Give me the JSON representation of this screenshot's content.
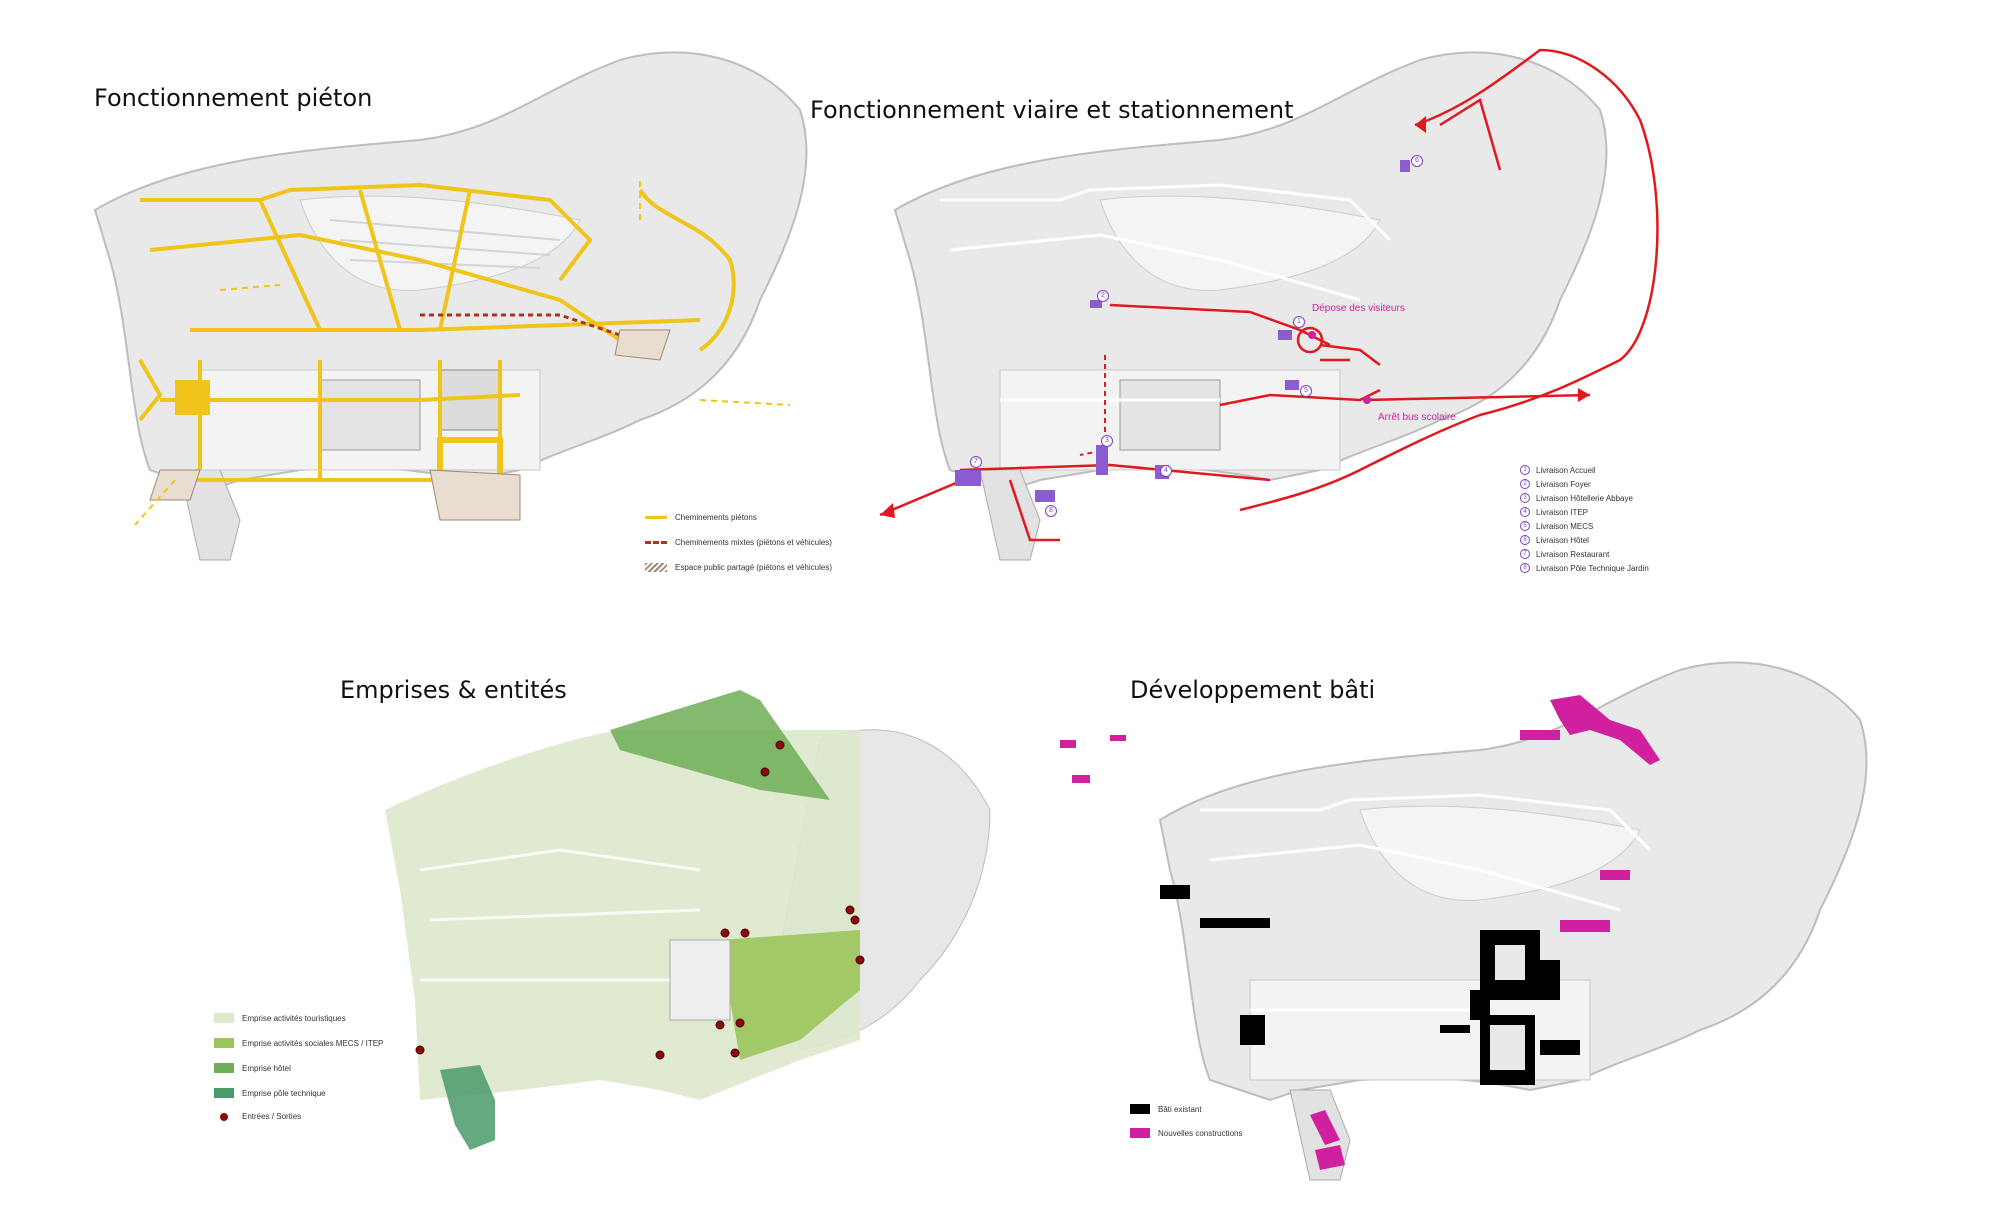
{
  "panels": {
    "pieton": {
      "title": "Fonctionnement piéton",
      "legend": [
        {
          "label": "Cheminements piétons"
        },
        {
          "label": "Cheminements mixtes (piétons et véhicules)"
        },
        {
          "label": "Espace public partagé (piétons et véhicules)"
        }
      ]
    },
    "viaire": {
      "title": "Fonctionnement viaire et stationnement",
      "labels": {
        "depose": "Dépose des visiteurs",
        "arret": "Arrêt bus scolaire"
      },
      "legend": [
        {
          "num": "1",
          "label": "Livraison Accueil"
        },
        {
          "num": "2",
          "label": "Livraison Foyer"
        },
        {
          "num": "3",
          "label": "Livraison Hôtellerie Abbaye"
        },
        {
          "num": "4",
          "label": "Livraison ITEP"
        },
        {
          "num": "5",
          "label": "Livraison MECS"
        },
        {
          "num": "6",
          "label": "Livraison Hôtel"
        },
        {
          "num": "7",
          "label": "Livraison Restaurant"
        },
        {
          "num": "8",
          "label": "Livraison Pôle Technique Jardin"
        }
      ]
    },
    "emprises": {
      "title": "Emprises & entités",
      "legend": [
        {
          "label": "Emprise activités touristiques"
        },
        {
          "label": "Emprise activités sociales MECS / ITEP"
        },
        {
          "label": "Emprise hôtel"
        },
        {
          "label": "Emprise pôle technique"
        },
        {
          "label": "Entrées / Sorties"
        }
      ]
    },
    "bati": {
      "title": "Développement bâti",
      "legend": [
        {
          "label": "Bâti existant"
        },
        {
          "label": "Nouvelles constructions"
        }
      ]
    }
  },
  "colors": {
    "yellow": "#f0c419",
    "red": "#e0191e",
    "magenta": "#d0209f",
    "purple": "#8a5cd0",
    "green_light": "#dce8cc",
    "green_mid": "#9bc45c",
    "green_hotel": "#6fae57",
    "green_tech": "#4a9a6a",
    "entry_dot": "#8b0a0a",
    "black": "#000000"
  }
}
